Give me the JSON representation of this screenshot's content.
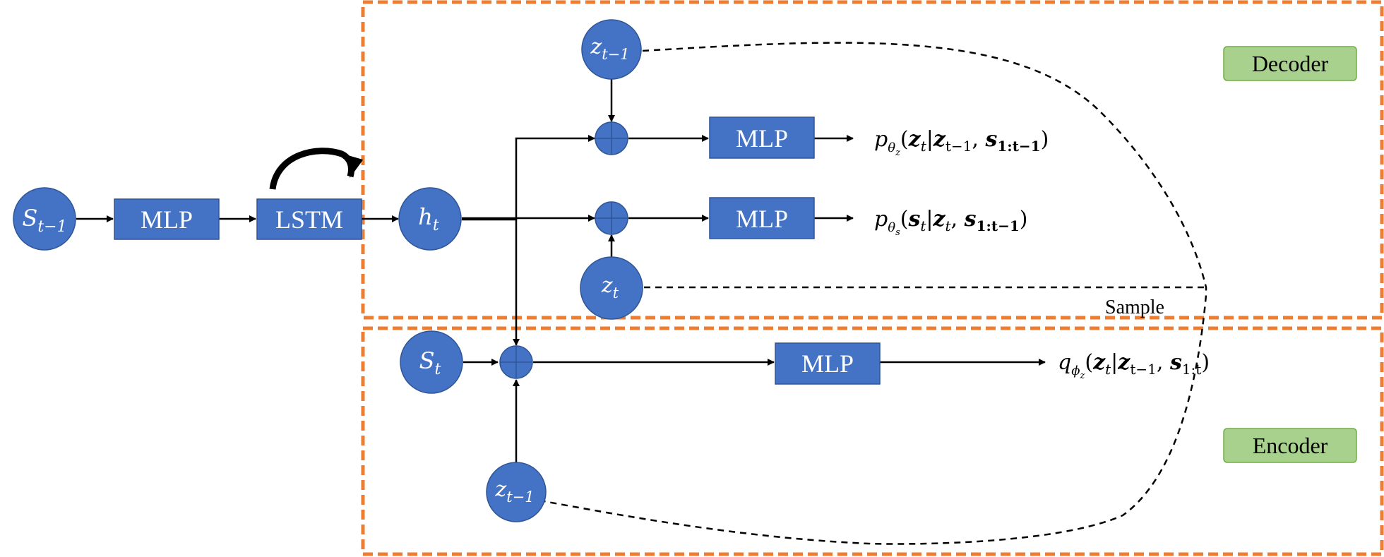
{
  "colors": {
    "node_fill": "#4472C4",
    "node_stroke": "#2F5597",
    "region_border": "#ED7D31",
    "label_fill": "#A9D18E",
    "label_stroke": "#70AD47"
  },
  "regions": {
    "decoder_label": "Decoder",
    "encoder_label": "Encoder"
  },
  "blocks": {
    "mlp_input": "MLP",
    "lstm": "LSTM",
    "mlp_prior_z": "MLP",
    "mlp_likelihood_s": "MLP",
    "mlp_posterior": "MLP"
  },
  "nodes": {
    "s_prev": {
      "base": "S",
      "sub": "t−1"
    },
    "h_t": {
      "base": "h",
      "sub": "t"
    },
    "z_prev_decoder": {
      "base": "z",
      "sub": "t−1"
    },
    "z_t_decoder": {
      "base": "z",
      "sub": "t"
    },
    "s_t_encoder": {
      "base": "S",
      "sub": "t"
    },
    "z_prev_encoder": {
      "base": "z",
      "sub": "t−1"
    }
  },
  "outputs": {
    "prior_z": {
      "p": "p",
      "sub1": "θ",
      "sub2": "z",
      "lp": "(",
      "target": "z",
      "target_sub": "t",
      "bar": "|",
      "c1": "z",
      "c1_sub": "t−1",
      "comma": ", ",
      "c2": "s",
      "c2_sub": "1:t−1",
      "rp": ")"
    },
    "likelihood_s": {
      "p": "p",
      "sub1": "θ",
      "sub2": "s",
      "lp": "(",
      "target": "s",
      "target_sub": "t",
      "bar": "|",
      "c1": "z",
      "c1_sub": "t",
      "comma": ", ",
      "c2": "s",
      "c2_sub": "1:t−1",
      "rp": ")"
    },
    "posterior_z": {
      "p": "q",
      "sub1": "ϕ",
      "sub2": "z",
      "lp": "(",
      "target": "z",
      "target_sub": "t",
      "bar": "|",
      "c1": "z",
      "c1_sub": "t−1",
      "comma": ", ",
      "c2": "s",
      "c2_sub": "1:t",
      "rp": ")"
    }
  },
  "annotations": {
    "sample_label": "Sample"
  },
  "icons": {
    "recurrence": "curved-arrow-icon",
    "combine": "circle-plus-icon"
  }
}
